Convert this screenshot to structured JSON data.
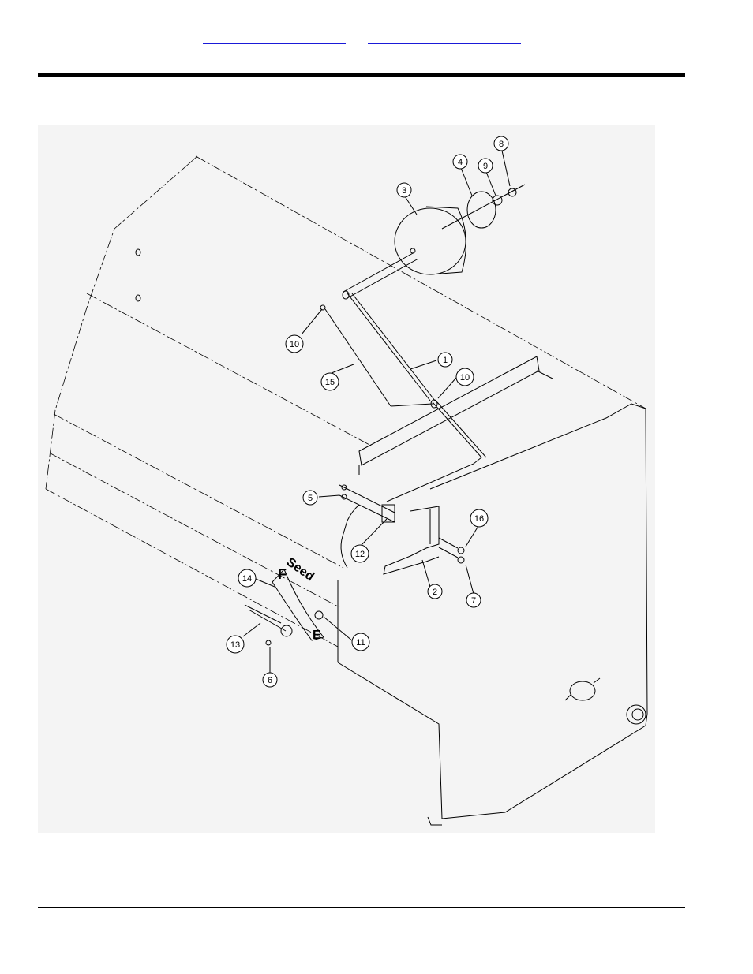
{
  "header": {
    "links": [
      "",
      ""
    ]
  },
  "diagram": {
    "callouts": [
      "1",
      "2",
      "3",
      "4",
      "5",
      "6",
      "7",
      "8",
      "9",
      "10",
      "10",
      "11",
      "12",
      "13",
      "14",
      "15",
      "16"
    ],
    "decal": {
      "word": "Seed",
      "full_mark": "F",
      "empty_mark": "E"
    }
  }
}
